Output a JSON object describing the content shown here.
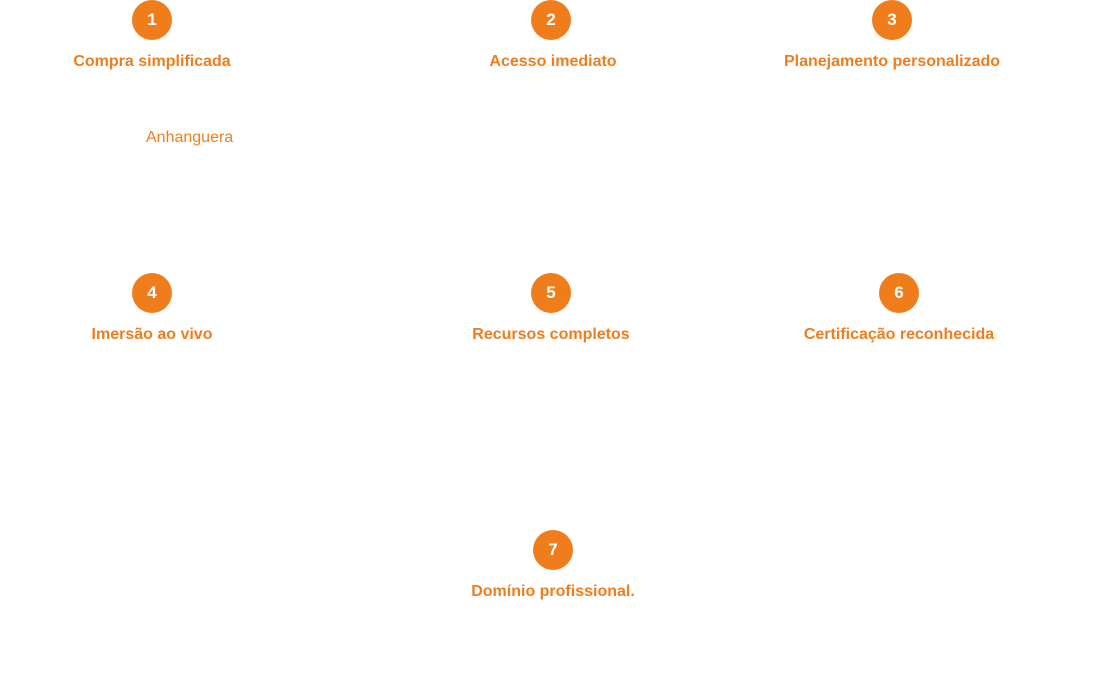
{
  "steps": [
    {
      "number": "1",
      "title": "Compra simplificada"
    },
    {
      "number": "2",
      "title": "Acesso imediato"
    },
    {
      "number": "3",
      "title": "Planejamento personalizado"
    },
    {
      "number": "4",
      "title": "Imersão ao vivo"
    },
    {
      "number": "5",
      "title": "Recursos completos"
    },
    {
      "number": "6",
      "title": "Certificação reconhecida"
    },
    {
      "number": "7",
      "title": "Domínio profissional."
    }
  ],
  "brand_link": "Anhanguera",
  "colors": {
    "accent": "#f07d1c",
    "background": "#ffffff"
  }
}
